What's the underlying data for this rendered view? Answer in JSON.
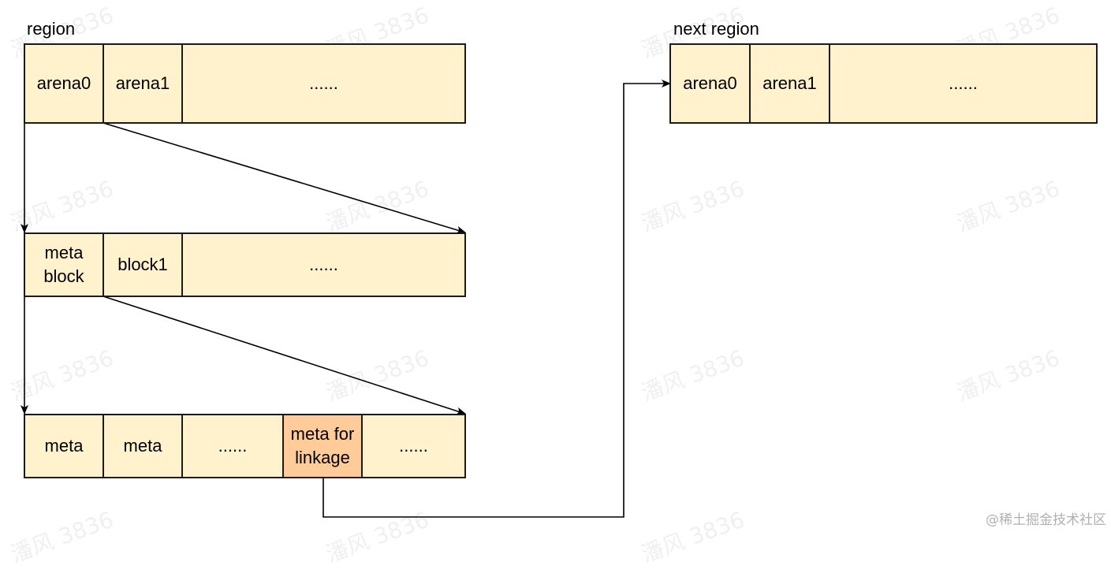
{
  "watermark_text": "潘风 3836",
  "credit": "@稀土掘金技术社区",
  "colors": {
    "cell_fill": "#fff2cc",
    "highlight_fill": "#ffcc99",
    "stroke": "#1a1a1a"
  },
  "region": {
    "title": "region",
    "cells": [
      "arena0",
      "arena1",
      "......"
    ]
  },
  "arena": {
    "cells": [
      "meta block",
      "block1",
      "......"
    ]
  },
  "meta_row": {
    "cells": [
      "meta",
      "meta",
      "......",
      "meta for linkage",
      "......"
    ]
  },
  "next_region": {
    "title": "next region",
    "cells": [
      "arena0",
      "arena1",
      "......"
    ]
  }
}
